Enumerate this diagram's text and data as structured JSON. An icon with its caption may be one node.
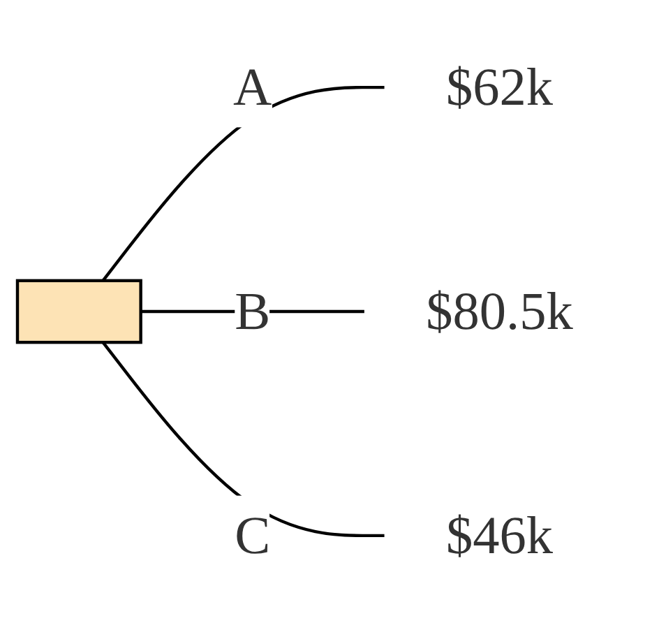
{
  "diagram": {
    "nodes": [
      {
        "text": [],
        "shape": "box"
      },
      {
        "text": [
          "$62k"
        ]
      },
      {
        "text": [
          "$80.5k"
        ]
      },
      {
        "text": [
          "$46k"
        ]
      }
    ],
    "edges": [
      {
        "from": 0,
        "to": 1,
        "arrow": "none",
        "label": "A"
      },
      {
        "from": 0,
        "to": 2,
        "arrow": "none",
        "label": "B"
      },
      {
        "from": 0,
        "to": 3,
        "arrow": "none",
        "label": "C"
      }
    ]
  }
}
